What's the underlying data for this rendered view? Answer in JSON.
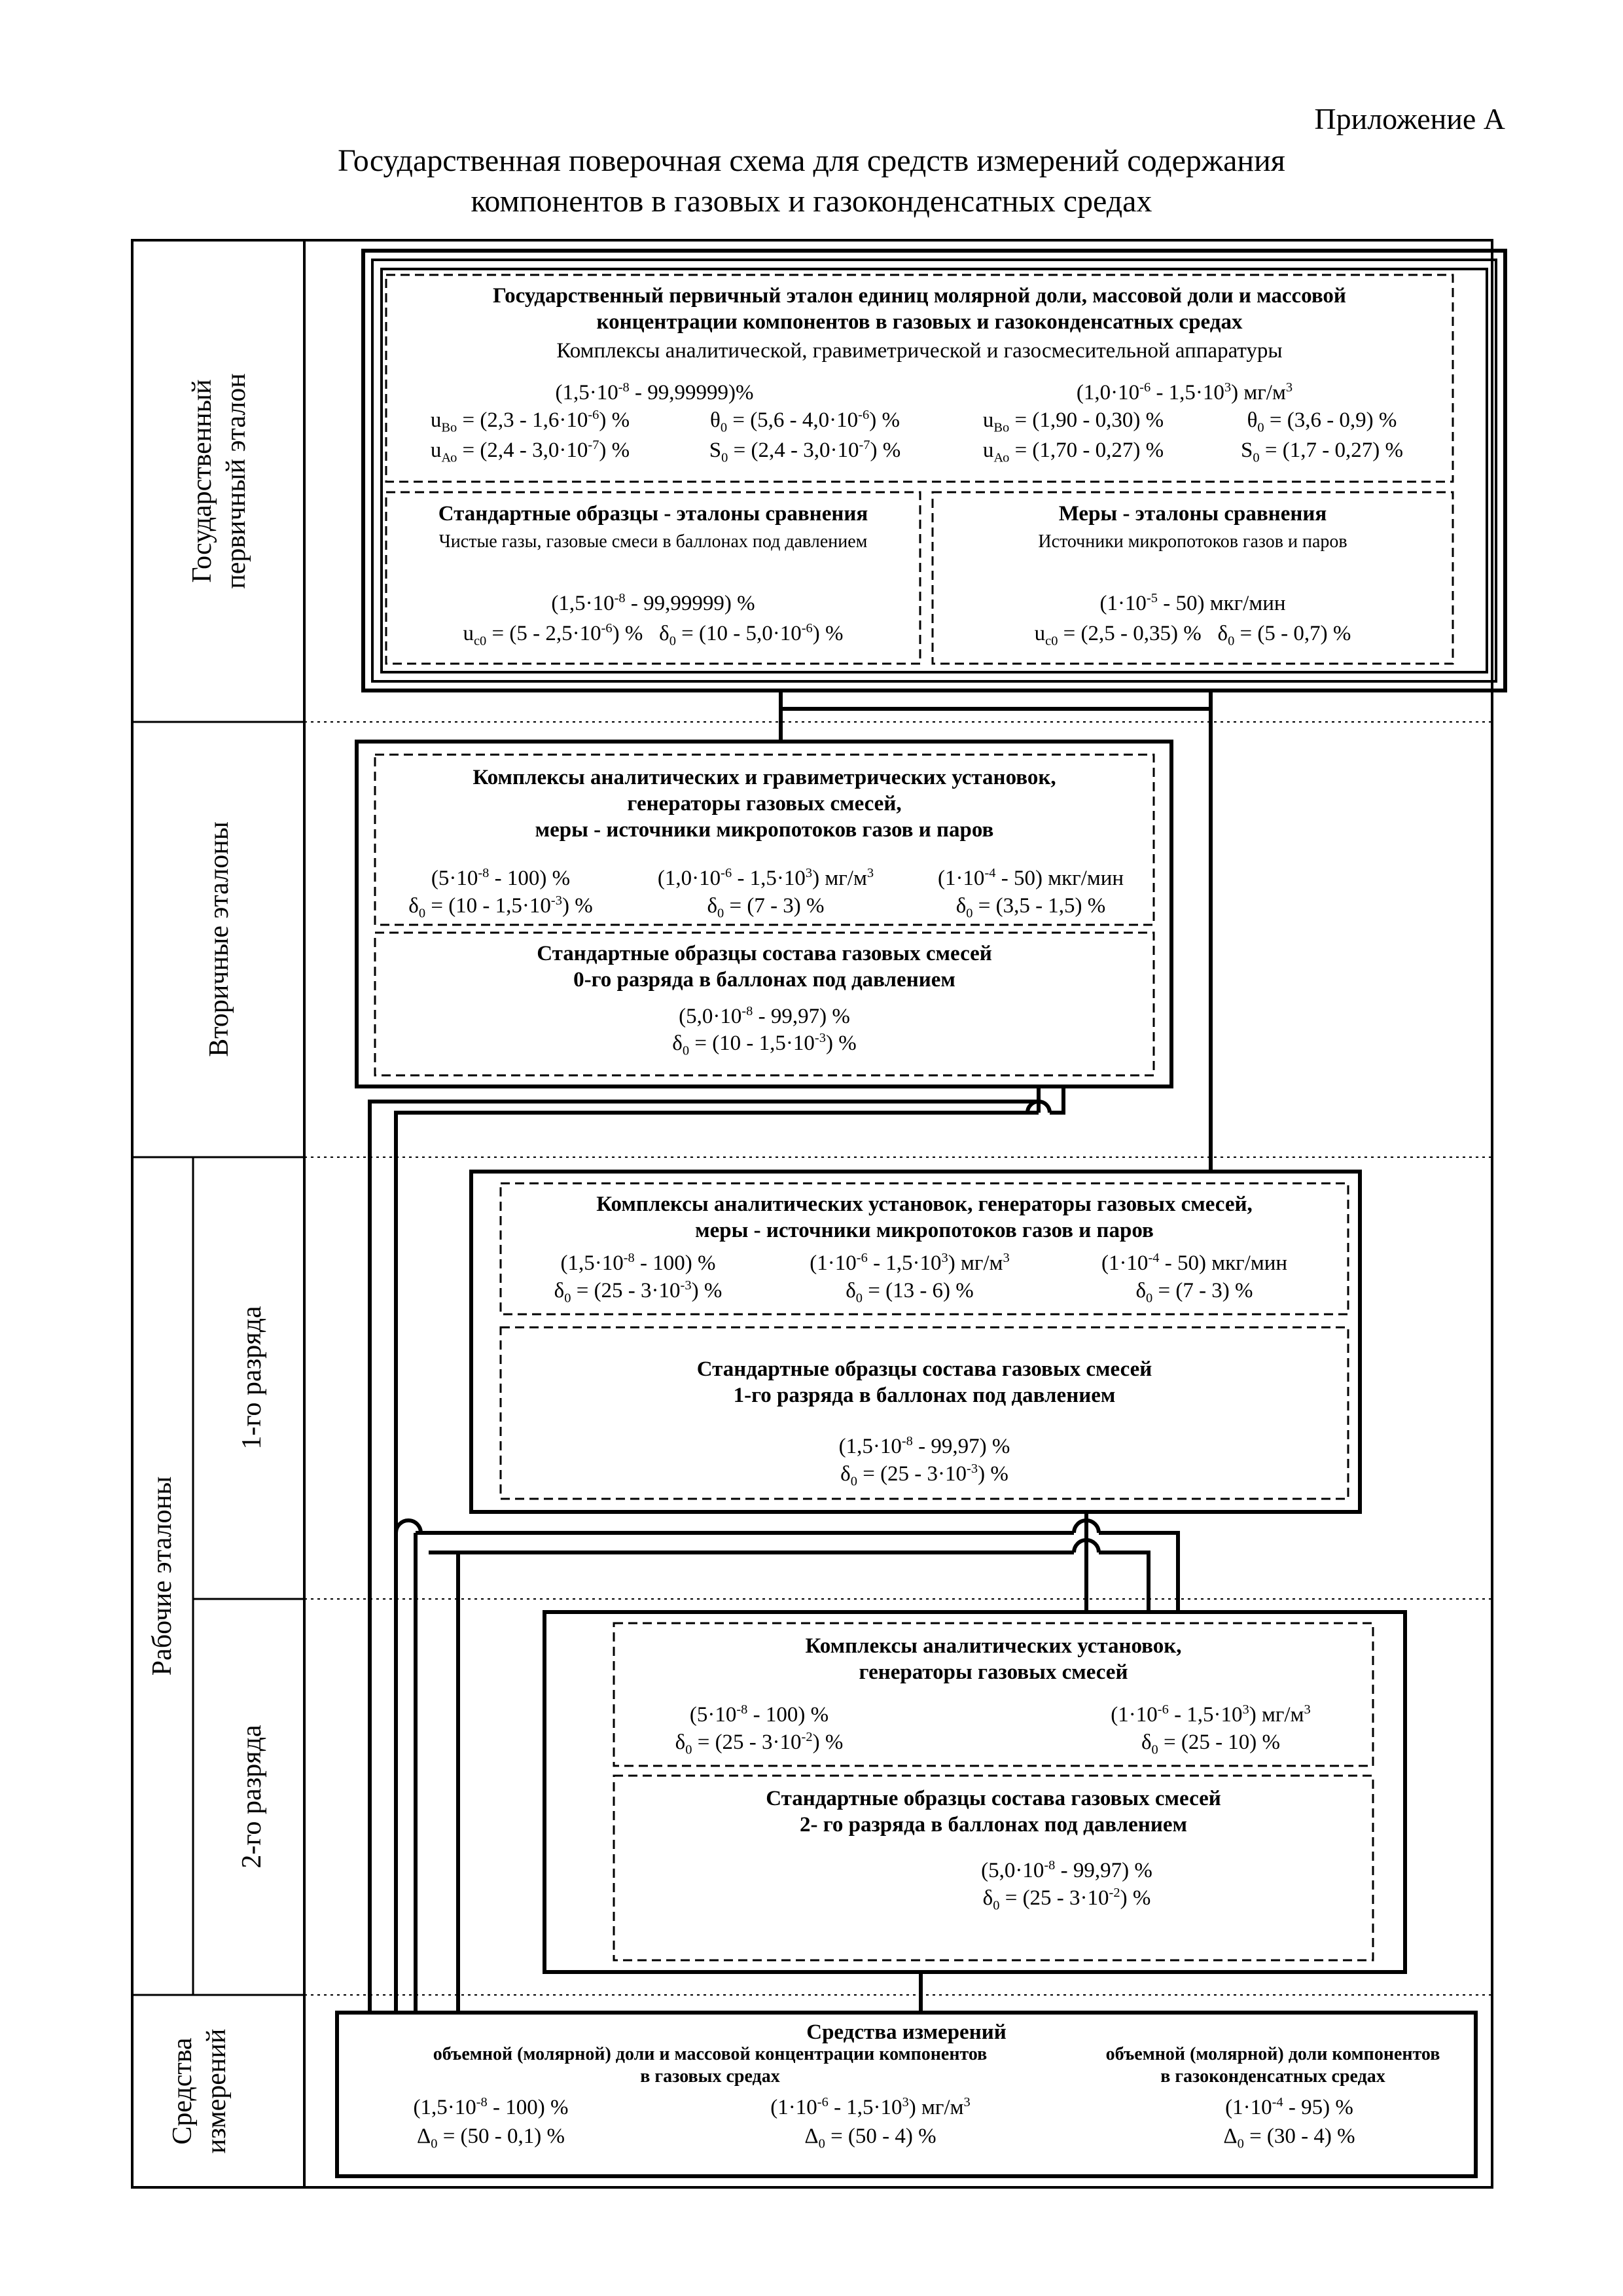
{
  "header": {
    "appendix": "Приложение А",
    "title_line1": "Государственная поверочная схема для средств измерений содержания",
    "title_line2": "компонентов в газовых и газоконденсатных средах"
  },
  "levels": {
    "primary_l1": "Государственный",
    "primary_l2": "первичный эталон",
    "secondary": "Вторичные эталоны",
    "working": "Рабочие эталоны",
    "grade1": "1-го разряда",
    "grade2": "2-го разряда",
    "instruments_l1": "Средства",
    "instruments_l2": "измерений"
  },
  "primary": {
    "title_l1": "Государственный первичный эталон единиц молярной доли, массовой доли и массовой",
    "title_l2": "концентрации компонентов в газовых и газоконденсатных средах",
    "subtitle": "Комплексы аналитической, гравиметрической и газосмесительной аппаратуры",
    "c1": "(1,5·10",
    "c1e": "-8",
    "c1t": " - 99,99999)%",
    "c2": "(1,0·10",
    "c2e": "-6",
    "c2m": " - 1,5·10",
    "c2e2": "3",
    "c2t": ") мг/м",
    "c2e3": "3",
    "uBo_l": "u",
    "uBo_s": "Во",
    "uBo_t": " = (2,3 - 1,6·10",
    "uBo_e": "-6",
    "uBo_t2": ") %",
    "th_l": "θ",
    "th_s": "0",
    "th_t": " = (5,6 - 4,0·10",
    "th_e": "-6",
    "th_t2": ") %",
    "uBo2_t": " = (1,90 - 0,30) %",
    "th2_t": " = (3,6 - 0,9) %",
    "uAo_s": "Ао",
    "uAo_t": " = (2,4 - 3,0·10",
    "uAo_e": "-7",
    "uAo_t2": ") %",
    "S_l": "S",
    "S_t": " = (2,4 - 3,0·10",
    "S_e": "-7",
    "S_t2": ") %",
    "uAo2_t": " = (1,70 - 0,27) %",
    "S2_t": " = (1,7 - 0,27) %"
  },
  "primary_sub": {
    "left_title": "Стандартные образцы - эталоны сравнения",
    "left_sub": "Чистые газы, газовые смеси в баллонах под давлением",
    "left_r": "(1,5·10",
    "left_re": "-8",
    "left_rt": " - 99,99999) %",
    "left_u": " = (5 - 2,5·10",
    "left_ue": "-6",
    "left_ut": ") %",
    "left_d": " = (10 - 5,0·10",
    "left_de": "-6",
    "left_dt": ") %",
    "uc0_s": "c0",
    "right_title": "Меры - эталоны сравнения",
    "right_sub": "Источники микропотоков газов и паров",
    "right_r": "(1·10",
    "right_re": "-5",
    "right_rt": " - 50) мкг/мин",
    "right_u": " = (2,5 - 0,35) %",
    "right_d": " = (5 - 0,7) %"
  },
  "secondary": {
    "title_l1": "Комплексы аналитических и гравиметрических установок,",
    "title_l2": "генераторы газовых смесей,",
    "title_l3": "меры - источники микропотоков газов и паров",
    "r1": "(5·10",
    "r1e": "-8",
    "r1t": " - 100) %",
    "d1": " = (10 - 1,5·10",
    "d1e": "-3",
    "d1t": ") %",
    "r2": "(1,0·10",
    "r2e": "-6",
    "r2m": " - 1,5·10",
    "r2e2": "3",
    "r2t": ") мг/м",
    "r2e3": "3",
    "d2": " = (7 - 3) %",
    "r3": "(1·10",
    "r3e": "-4",
    "r3t": " - 50) мкг/мин",
    "d3": " = (3,5 - 1,5) %",
    "so_l1": "Стандартные образцы состава газовых смесей",
    "so_l2": "0-го разряда в баллонах под давлением",
    "so_r": "(5,0·10",
    "so_re": "-8",
    "so_rt": " - 99,97) %",
    "so_d": " = (10 - 1,5·10",
    "so_de": "-3",
    "so_dt": ") %"
  },
  "grade1": {
    "title_l1": "Комплексы аналитических установок, генераторы газовых смесей,",
    "title_l2": "меры - источники микропотоков газов и паров",
    "r1": "(1,5·10",
    "r1e": "-8",
    "r1t": " - 100) %",
    "d1": " = (25 - 3·10",
    "d1e": "-3",
    "d1t": ") %",
    "r2": "(1·10",
    "r2e": "-6",
    "r2m": " - 1,5·10",
    "r2e2": "3",
    "r2t": ") мг/м",
    "r2e3": "3",
    "d2": " = (13 - 6) %",
    "r3": "(1·10",
    "r3e": "-4",
    "r3t": " - 50) мкг/мин",
    "d3": " = (7 - 3) %",
    "so_l1": "Стандартные образцы состава газовых смесей",
    "so_l2": "1-го разряда в баллонах под давлением",
    "so_r": "(1,5·10",
    "so_re": "-8",
    "so_rt": " - 99,97) %",
    "so_d": " = (25 - 3·10",
    "so_de": "-3",
    "so_dt": ") %"
  },
  "grade2": {
    "title_l1": "Комплексы аналитических установок,",
    "title_l2": "генераторы газовых смесей",
    "r1": "(5·10",
    "r1e": "-8",
    "r1t": " - 100) %",
    "d1": " = (25 - 3·10",
    "d1e": "-2",
    "d1t": ") %",
    "r2": "(1·10",
    "r2e": "-6",
    "r2m": " - 1,5·10",
    "r2e2": "3",
    "r2t": ") мг/м",
    "r2e3": "3",
    "d2": " = (25 - 10) %",
    "so_l1": "Стандартные образцы состава газовых смесей",
    "so_l2": "2- го разряда в баллонах под давлением",
    "so_r": "(5,0·10",
    "so_re": "-8",
    "so_rt": " - 99,97) %",
    "so_d": " = (25 - 3·10",
    "so_de": "-2",
    "so_dt": ") %"
  },
  "instruments": {
    "title": "Средства измерений",
    "left_l1": "объемной (молярной) доли и массовой концентрации компонентов",
    "left_l2": "в газовых средах",
    "right_l1": "объемной (молярной) доли компонентов",
    "right_l2": "в газоконденсатных средах",
    "r1": "(1,5·10",
    "r1e": "-8",
    "r1t": " - 100) %",
    "D1": " = (50 - 0,1) %",
    "r2": "(1·10",
    "r2e": "-6",
    "r2m": " - 1,5·10",
    "r2e2": "3",
    "r2t": ") мг/м",
    "r2e3": "3",
    "D2": " = (50 - 4) %",
    "r3": "(1·10",
    "r3e": "-4",
    "r3t": " - 95) %",
    "D3": " = (30 - 4) %"
  },
  "symbols": {
    "delta": "δ",
    "Delta": "Δ",
    "u": "u",
    "zero": "0"
  }
}
